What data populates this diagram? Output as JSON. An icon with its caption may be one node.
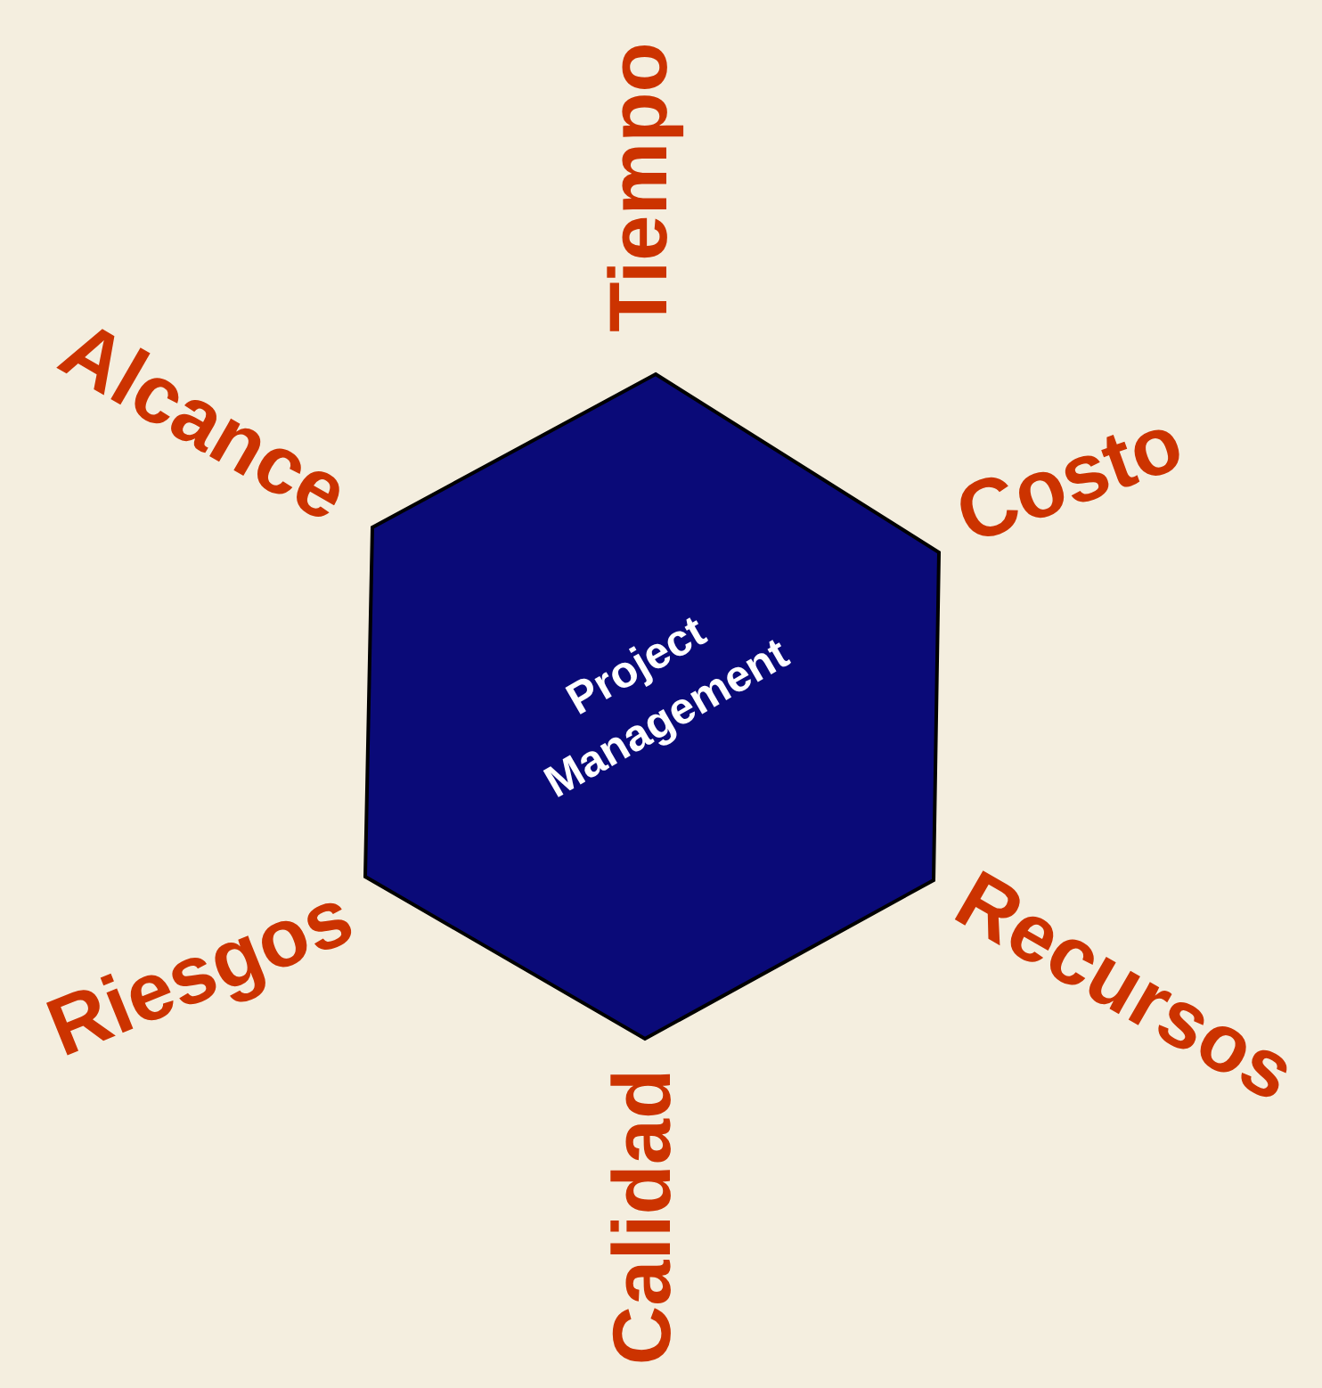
{
  "diagram": {
    "nodes": [
      {
        "text": [
          "Project Management"
        ]
      }
    ],
    "labels": [
      "Tiempo",
      "Costo",
      "Recursos",
      "Calidad",
      "Riesgos",
      "Alcance"
    ]
  }
}
